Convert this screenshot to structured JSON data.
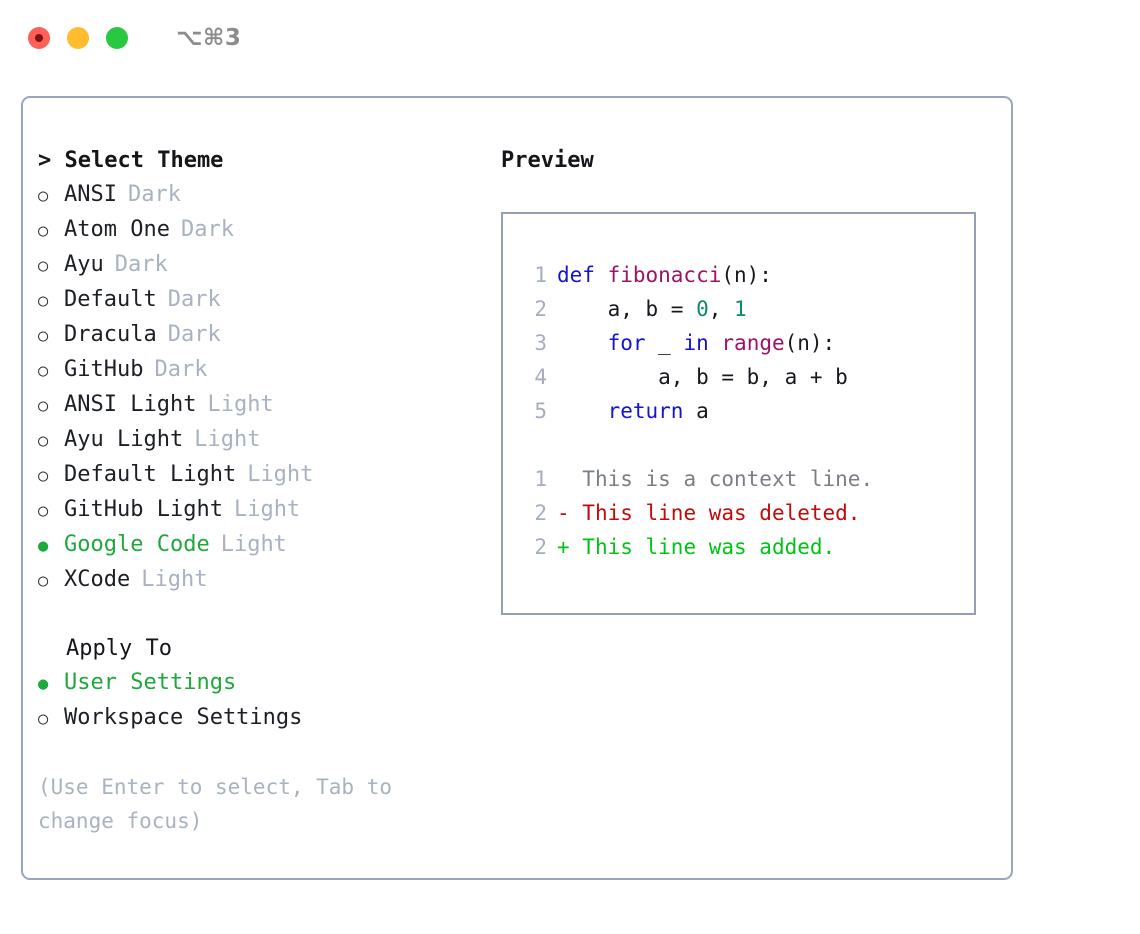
{
  "window": {
    "title": "⌥⌘ 3",
    "title_text": "⌥⌘3",
    "traffic_lights": [
      "close",
      "minimize",
      "zoom"
    ]
  },
  "colors": {
    "accent_green": "#1fa83c",
    "muted": "#a9b2c1",
    "text": "#14161a",
    "border": "#9aa6b8",
    "preview_border": "#93a0b2",
    "light_red": "#ff5f57",
    "light_yellow": "#febc2e",
    "light_green": "#28c840",
    "diff_add": "#00c316",
    "diff_del": "#c00b0b",
    "diff_ctx": "#7a7f87",
    "code_keyword": "#1414cf",
    "code_function": "#9b1369",
    "code_number": "#0c8a6e"
  },
  "theme_section": {
    "header": "> Select Theme",
    "items": [
      {
        "bullet": "○",
        "name": "ANSI",
        "variant": "Dark",
        "selected": false
      },
      {
        "bullet": "○",
        "name": "Atom One",
        "variant": "Dark",
        "selected": false
      },
      {
        "bullet": "○",
        "name": "Ayu",
        "variant": "Dark",
        "selected": false
      },
      {
        "bullet": "○",
        "name": "Default",
        "variant": "Dark",
        "selected": false
      },
      {
        "bullet": "○",
        "name": "Dracula",
        "variant": "Dark",
        "selected": false
      },
      {
        "bullet": "○",
        "name": "GitHub",
        "variant": "Dark",
        "selected": false
      },
      {
        "bullet": "○",
        "name": "ANSI Light",
        "variant": "Light",
        "selected": false
      },
      {
        "bullet": "○",
        "name": "Ayu Light",
        "variant": "Light",
        "selected": false
      },
      {
        "bullet": "○",
        "name": "Default Light",
        "variant": "Light",
        "selected": false
      },
      {
        "bullet": "○",
        "name": "GitHub Light",
        "variant": "Light",
        "selected": false
      },
      {
        "bullet": "●",
        "name": "Google Code",
        "variant": "Light",
        "selected": true
      },
      {
        "bullet": "○",
        "name": "XCode",
        "variant": "Light",
        "selected": false
      }
    ]
  },
  "apply_section": {
    "header": "Apply To",
    "items": [
      {
        "bullet": "●",
        "name": "User Settings",
        "selected": true
      },
      {
        "bullet": "○",
        "name": "Workspace Settings",
        "selected": false
      }
    ]
  },
  "hint": "(Use Enter to select, Tab to change focus)",
  "preview": {
    "title": "Preview",
    "code_lines": [
      {
        "no": "1",
        "tokens": [
          {
            "t": "def ",
            "c": "kw"
          },
          {
            "t": "fibonacci",
            "c": "fn"
          },
          {
            "t": "(n):",
            "c": "punc"
          }
        ]
      },
      {
        "no": "2",
        "tokens": [
          {
            "t": "    a, b = ",
            "c": "pln"
          },
          {
            "t": "0",
            "c": "num"
          },
          {
            "t": ", ",
            "c": "pln"
          },
          {
            "t": "1",
            "c": "num"
          }
        ]
      },
      {
        "no": "3",
        "tokens": [
          {
            "t": "    ",
            "c": "pln"
          },
          {
            "t": "for",
            "c": "kw"
          },
          {
            "t": " _ ",
            "c": "pln"
          },
          {
            "t": "in",
            "c": "kw"
          },
          {
            "t": " ",
            "c": "pln"
          },
          {
            "t": "range",
            "c": "fn"
          },
          {
            "t": "(n):",
            "c": "punc"
          }
        ]
      },
      {
        "no": "4",
        "tokens": [
          {
            "t": "        a, b = b, a + b",
            "c": "pln"
          }
        ]
      },
      {
        "no": "5",
        "tokens": [
          {
            "t": "    ",
            "c": "pln"
          },
          {
            "t": "return",
            "c": "kw"
          },
          {
            "t": " a",
            "c": "pln"
          }
        ]
      }
    ],
    "diff_lines": [
      {
        "no": "1",
        "marker": " ",
        "text": " This is a context line.",
        "kind": "ctx"
      },
      {
        "no": "2",
        "marker": "-",
        "text": " This line was deleted.",
        "kind": "del"
      },
      {
        "no": "2",
        "marker": "+",
        "text": " This line was added.",
        "kind": "add"
      }
    ]
  }
}
